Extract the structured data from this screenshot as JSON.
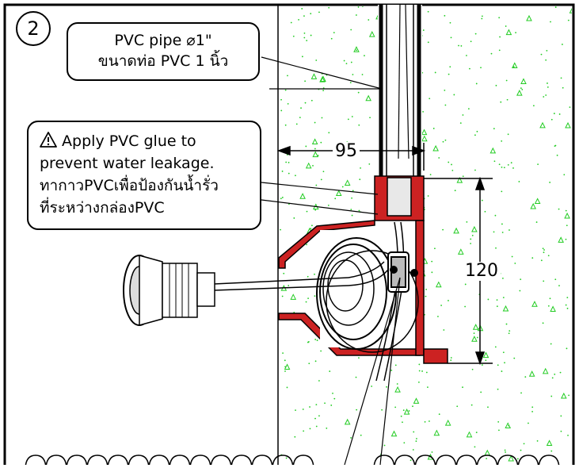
{
  "step_number": "2",
  "pipe_callout": {
    "line1": "PVC pipe  ⌀1\"",
    "line2": "ขนาดท่อ PVC  1 นิ้ว"
  },
  "glue_callout": {
    "warning_icon": "warning-triangle-icon",
    "line1": "Apply PVC glue to",
    "line2": "prevent water leakage.",
    "line3": "ทากาวPVCเพื่อป้องกันน้ำรั่ว",
    "line4": "ที่ระหว่างกล่องPVC"
  },
  "dimensions": {
    "width_label": "95",
    "height_label": "120"
  },
  "colors": {
    "concrete_dots": "#22cc22",
    "pvc_box": "#cc2222",
    "outline": "#000000"
  }
}
